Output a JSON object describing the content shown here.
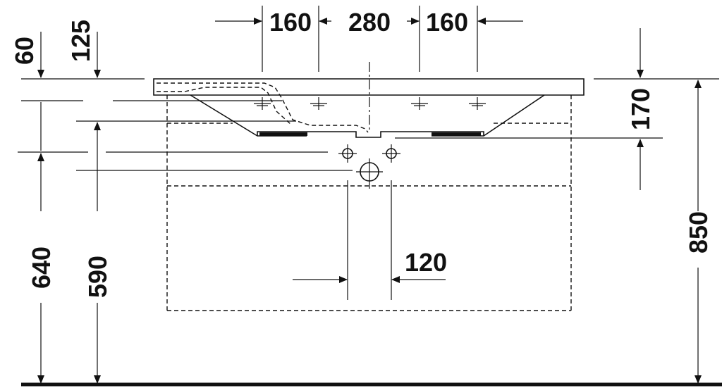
{
  "diagram": {
    "dimensions": {
      "tap_hole_left": "160",
      "tap_hole_center": "280",
      "tap_hole_right": "160",
      "top_offset_60": "60",
      "top_offset_125": "125",
      "basin_depth": "170",
      "drain_spacing": "120",
      "height_640": "640",
      "height_590": "590",
      "height_850": "850"
    }
  }
}
